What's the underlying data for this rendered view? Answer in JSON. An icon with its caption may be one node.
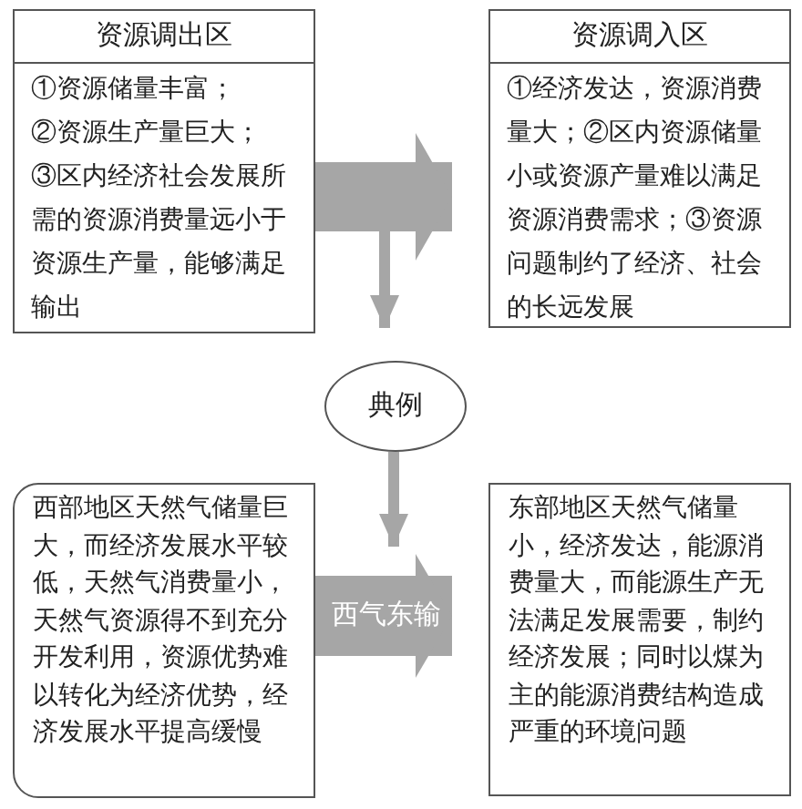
{
  "diagram": {
    "nodes": [
      {
        "text": [
          "资源调出区",
          "①资源储量丰富；",
          "②资源生产量巨大；",
          "③区内经济社会发展所需的资源消费量远小于资源生产量，能够满足输出"
        ]
      },
      {
        "text": [
          "资源调入区",
          "①经济发达，资源消费量大；②区内资源储量小或资源产量难以满足资源消费需求；③资源问题制约了经济、社会的长远发展"
        ]
      },
      {
        "text": [
          "典例"
        ]
      },
      {
        "text": [
          "西部地区天然气储量巨大，而经济发展水平较低，天然气消费量小，天然气资源得不到充分开发利用，资源优势难以转化为经济优势，经济发展水平提高缓慢"
        ]
      },
      {
        "text": [
          "东部地区天然气储量小，经济发达，能源消费量大，而能源生产无法满足发展需要，制约经济发展；同时以煤为主的能源消费结构造成严重的环境问题"
        ]
      }
    ],
    "edges": [
      {
        "from": 0,
        "to": 1,
        "arrow": "to",
        "style": "thick"
      },
      {
        "from": null,
        "to": 2,
        "arrow": "to"
      },
      {
        "from": 2,
        "to": null,
        "arrow": "to"
      },
      {
        "from": 3,
        "to": 4,
        "arrow": "to",
        "style": "thick",
        "label": "西气东输"
      }
    ]
  }
}
